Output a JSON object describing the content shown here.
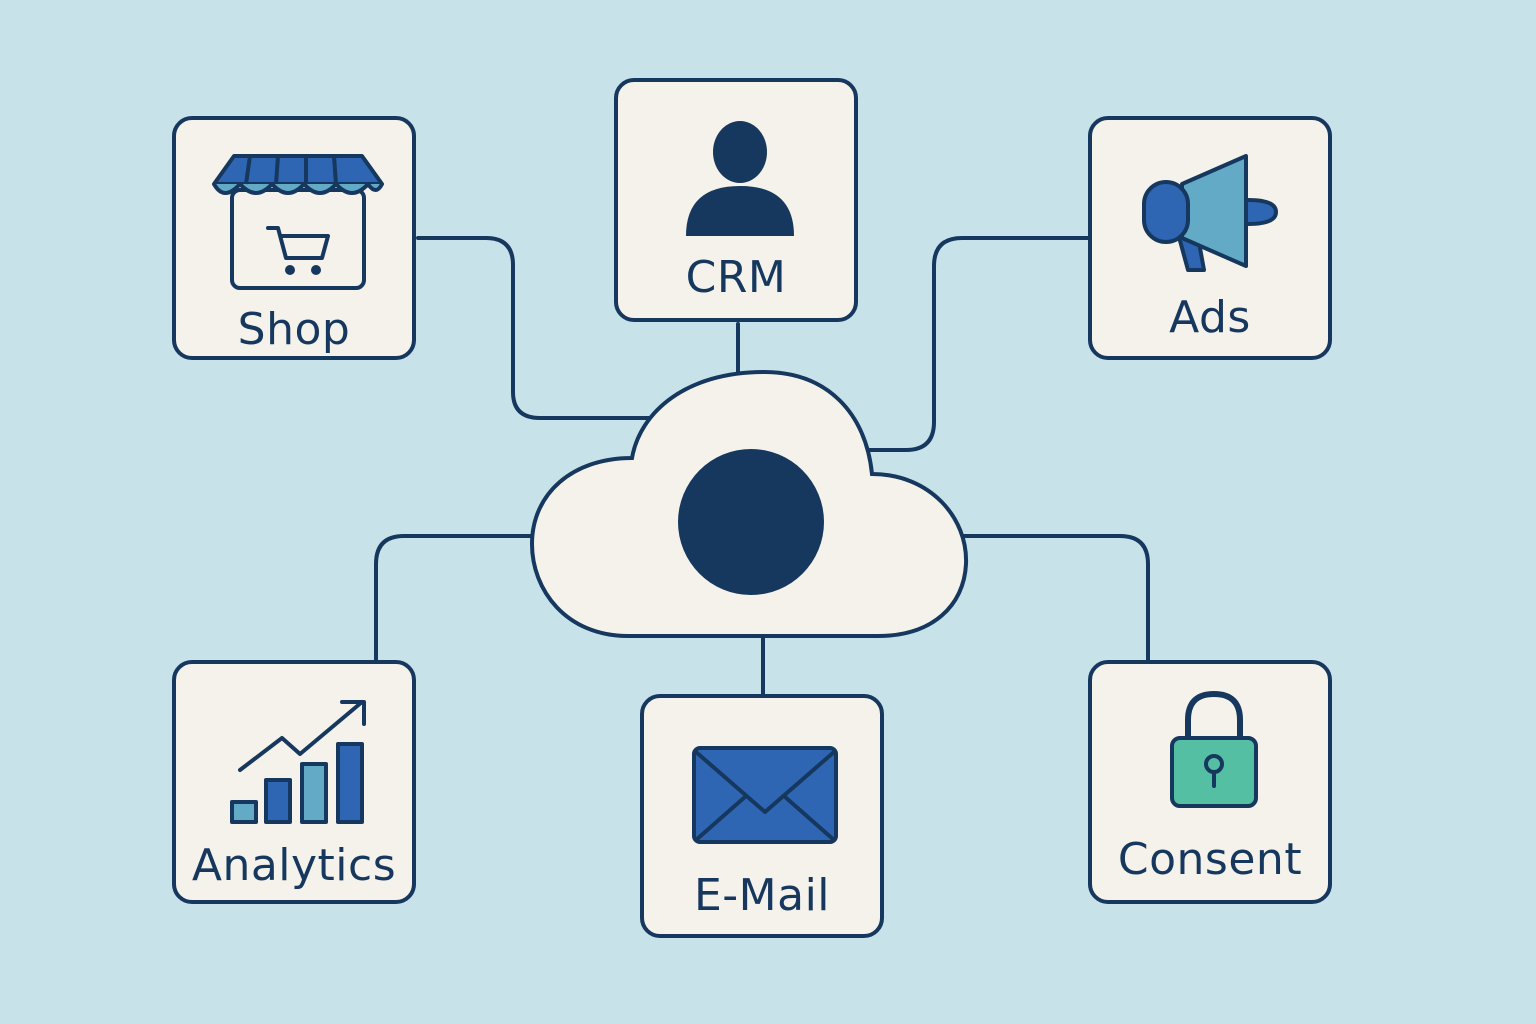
{
  "colors": {
    "background": "#c8e2ea",
    "panel": "#f4f2ea",
    "navy": "#16375e",
    "blue": "#2f66b3",
    "light_blue": "#62aac6",
    "teal": "#55bfa4"
  },
  "hub": {
    "icon": "cloud-hub-icon"
  },
  "nodes": {
    "shop": {
      "label": "Shop",
      "icon": "storefront-cart-icon"
    },
    "crm": {
      "label": "CRM",
      "icon": "person-icon"
    },
    "ads": {
      "label": "Ads",
      "icon": "megaphone-icon"
    },
    "analytics": {
      "label": "Analytics",
      "icon": "bar-chart-trend-icon"
    },
    "email": {
      "label": "E-Mail",
      "icon": "envelope-icon"
    },
    "consent": {
      "label": "Consent",
      "icon": "padlock-icon"
    }
  }
}
